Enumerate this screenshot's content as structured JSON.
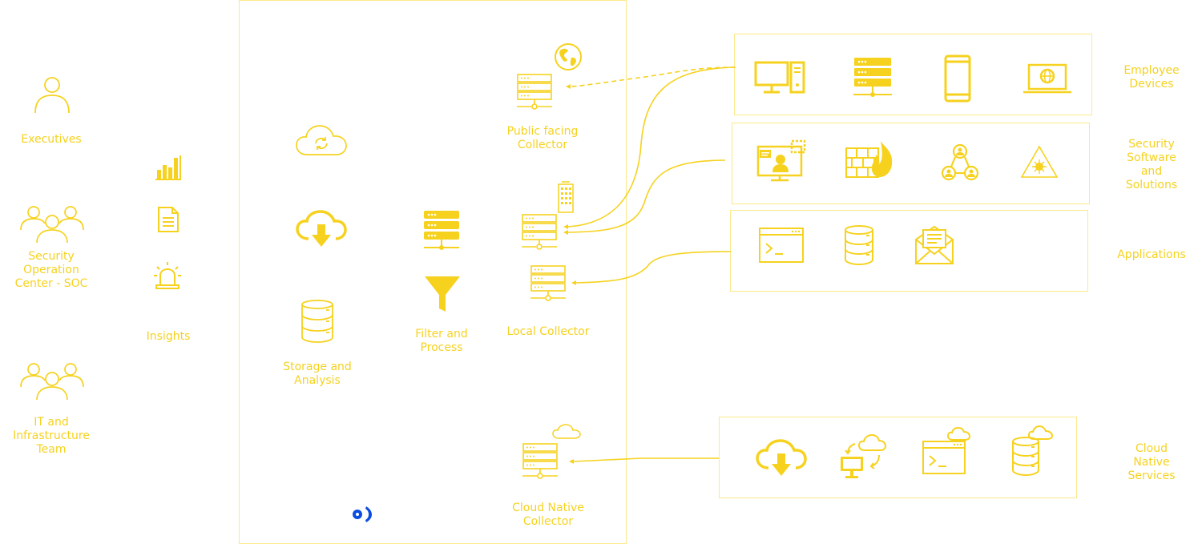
{
  "colors": {
    "accent": "#f6d21f",
    "accent_light": "#fbe98a",
    "brand": "#0b4de0"
  },
  "personas": [
    {
      "label": "Executives",
      "icon": "person-icon"
    },
    {
      "label": "Security\nOperation\nCenter - SOC",
      "icon": "group-icon"
    },
    {
      "label": "IT and\nInfrastructure\nTeam",
      "icon": "group-icon"
    }
  ],
  "insights": {
    "label": "Insights",
    "icons": [
      "bar-chart-icon",
      "document-icon",
      "alarm-icon"
    ]
  },
  "platform": {
    "storage_label": "Storage and\nAnalysis",
    "filter_label": "Filter and\nProcess",
    "public_collector_label": "Public facing\nCollector",
    "local_collector_label": "Local Collector",
    "cloud_collector_label": "Cloud Native\nCollector",
    "icons": [
      "cloud-sync-icon",
      "cloud-download-icon",
      "database-icon",
      "server-stack-icon",
      "funnel-icon",
      "globe-icon",
      "building-icon",
      "small-cloud-icon",
      "brand-logo-icon"
    ]
  },
  "sources": [
    {
      "label": "Employee\nDevices",
      "icons": [
        "desktop-pc-icon",
        "server-icon",
        "mobile-phone-icon",
        "laptop-icon"
      ]
    },
    {
      "label": "Security\nSoftware and\nSolutions",
      "icons": [
        "monitor-user-icon",
        "firewall-icon",
        "user-network-icon",
        "threat-alert-icon"
      ]
    },
    {
      "label": "Applications",
      "icons": [
        "terminal-window-icon",
        "database-icon",
        "mail-icon"
      ]
    },
    {
      "label": "Cloud Native\nServices",
      "icons": [
        "cloud-download-icon",
        "cloud-sync-monitor-icon",
        "cloud-terminal-icon",
        "cloud-database-icon"
      ]
    }
  ]
}
